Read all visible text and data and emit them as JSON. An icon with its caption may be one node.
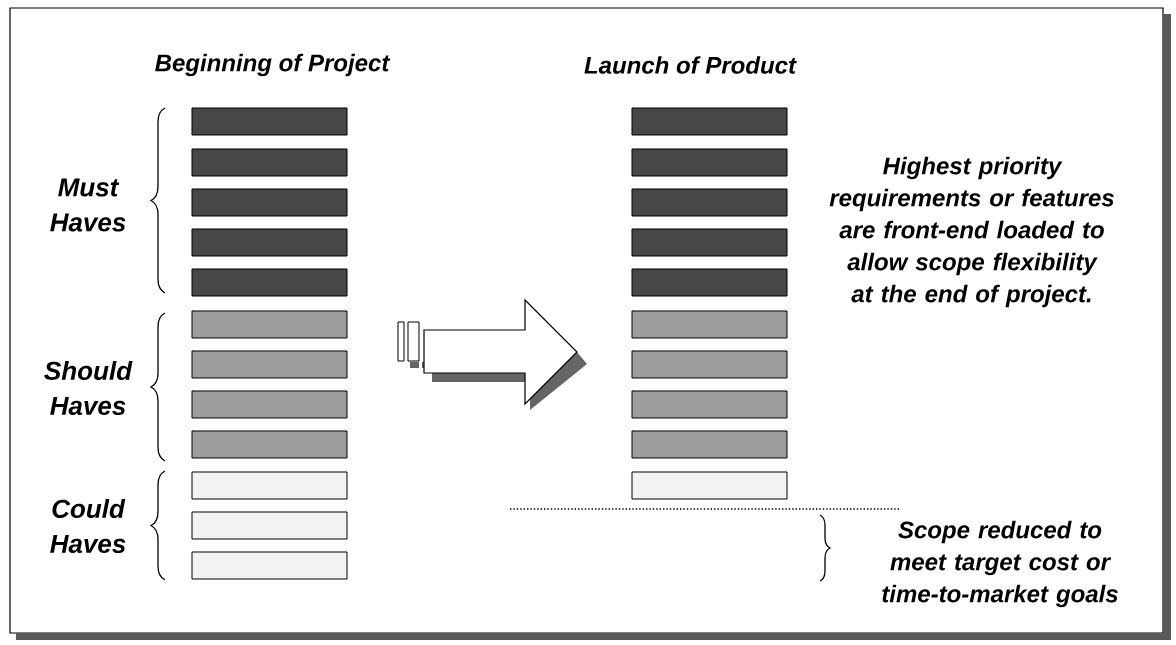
{
  "diagram": {
    "labels": [
      "Beginning of Project",
      "Launch of Product",
      "Must Haves",
      "Should Haves",
      "Could Haves",
      "Highest priority requirements or features are front-end loaded to allow scope flexibility at the end of project.",
      "Scope reduced to meet target cost or time-to-market goals"
    ]
  }
}
